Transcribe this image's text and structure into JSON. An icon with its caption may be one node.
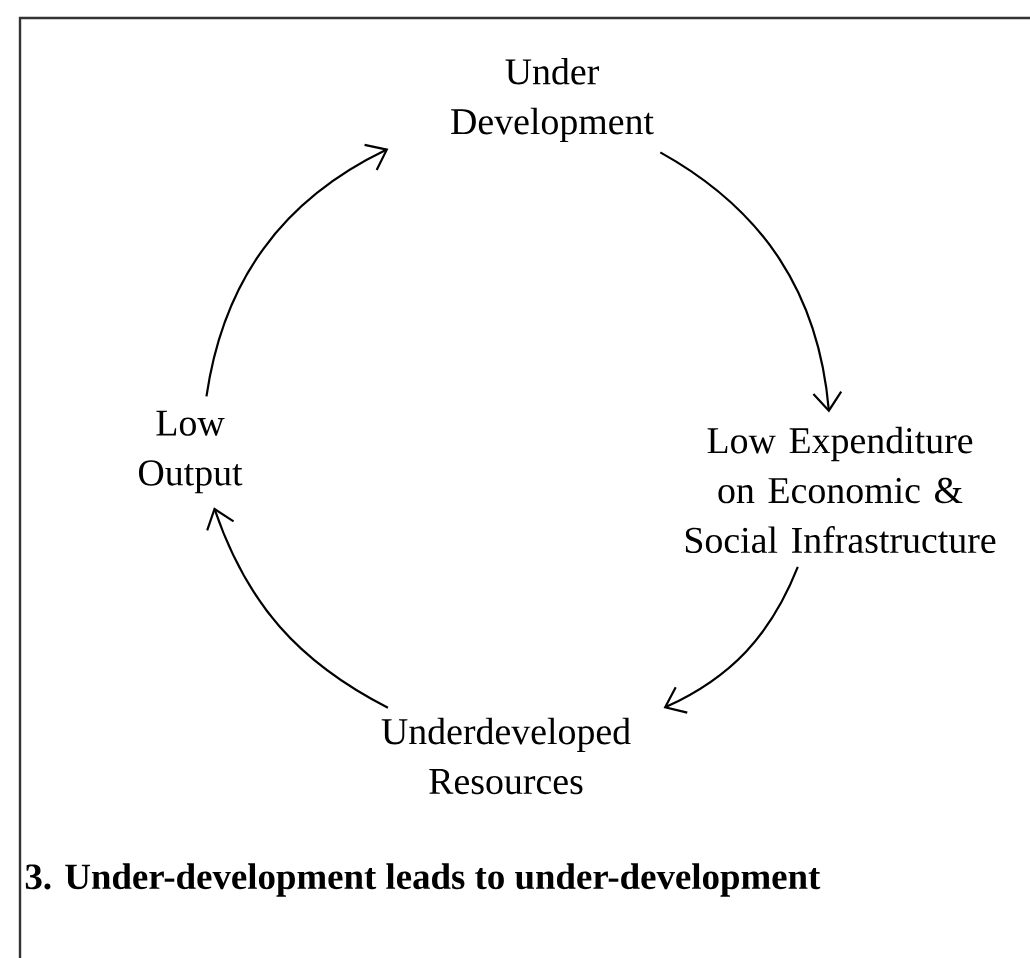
{
  "diagram": {
    "caption": "3. Under-development leads to under-development",
    "nodes": [
      {
        "text": [
          "Under Development"
        ]
      },
      {
        "text": [
          "Low Expenditure on Economic & Social Infrastructure"
        ]
      },
      {
        "text": [
          "Underdeveloped Resources"
        ]
      },
      {
        "text": [
          "Low Output"
        ]
      }
    ],
    "edges": [
      {
        "from": 0,
        "to": 1,
        "arrow": "to"
      },
      {
        "from": 1,
        "to": 2,
        "arrow": "to"
      },
      {
        "from": 2,
        "to": 3,
        "arrow": "to"
      },
      {
        "from": 3,
        "to": 0,
        "arrow": "to"
      }
    ]
  }
}
